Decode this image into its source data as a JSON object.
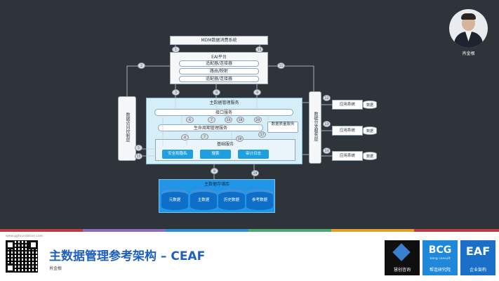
{
  "diagram": {
    "top_system": "MDM数据消费系统",
    "eai_title": "EAI平台",
    "eai_rows": [
      "适配器/连接器",
      "路由/映射",
      "适配器/连接器"
    ],
    "left_side": "数据访问控制层",
    "right_side": "数据分发服务层",
    "core_title": "主数据管理服务",
    "interface_service": "接口服务",
    "lifecycle": "生命周期管理服务",
    "quality": "数据质量服务",
    "base_service": "基础服务",
    "base_items": [
      "安全和隐私",
      "搜索",
      "审计日志"
    ],
    "repo_title": "主数据存储库",
    "repo_items": [
      "元数据",
      "主数据",
      "历史数据",
      "参考数据"
    ],
    "sources": [
      "应用系统",
      "应用系统",
      "应用系统"
    ],
    "source_dbs": [
      "数据",
      "数据",
      "数据"
    ],
    "nums": [
      "1",
      "2",
      "3",
      "4",
      "5",
      "6",
      "7",
      "8",
      "9",
      "10",
      "11",
      "12",
      "13",
      "14",
      "15",
      "16",
      "17",
      "18",
      "19",
      "20"
    ]
  },
  "presenter": {
    "name": "肖金根"
  },
  "footer": {
    "url": "www.ggfoundation.com",
    "title": "主数据管理参考架构 – CEAF",
    "author": "肖金根",
    "logo1_label": "慧创咨询",
    "logo2_main": "BCG",
    "logo2_sub": "bang consult",
    "logo2_label": "帮连研究院",
    "logo3_main": "EAF",
    "logo3_label": "企业架构",
    "bar_colors": [
      "#c13a4a",
      "#8c6bb8",
      "#2f8fca",
      "#4aaa6e",
      "#e0a12a",
      "#c13a4a"
    ]
  }
}
